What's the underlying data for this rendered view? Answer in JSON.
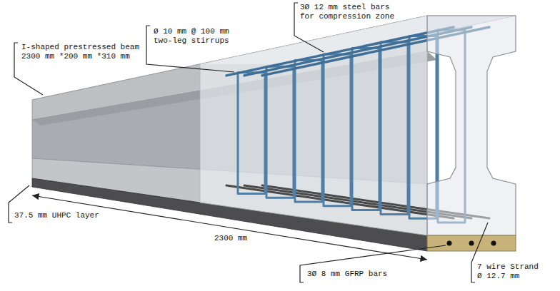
{
  "diagram": {
    "labels": [
      "I-shaped prestressed beam 2300 mm *200 mm *310 mm",
      "Ø 10 mm @ 100 mm two-leg stirrups",
      "3Ø 12 mm steel bars for compression zone",
      "37.5 mm UHPC layer",
      "2300 mm",
      "3Ø 8 mm GFRP bars",
      "7 wire Strand Ø 12.7 mm"
    ]
  }
}
